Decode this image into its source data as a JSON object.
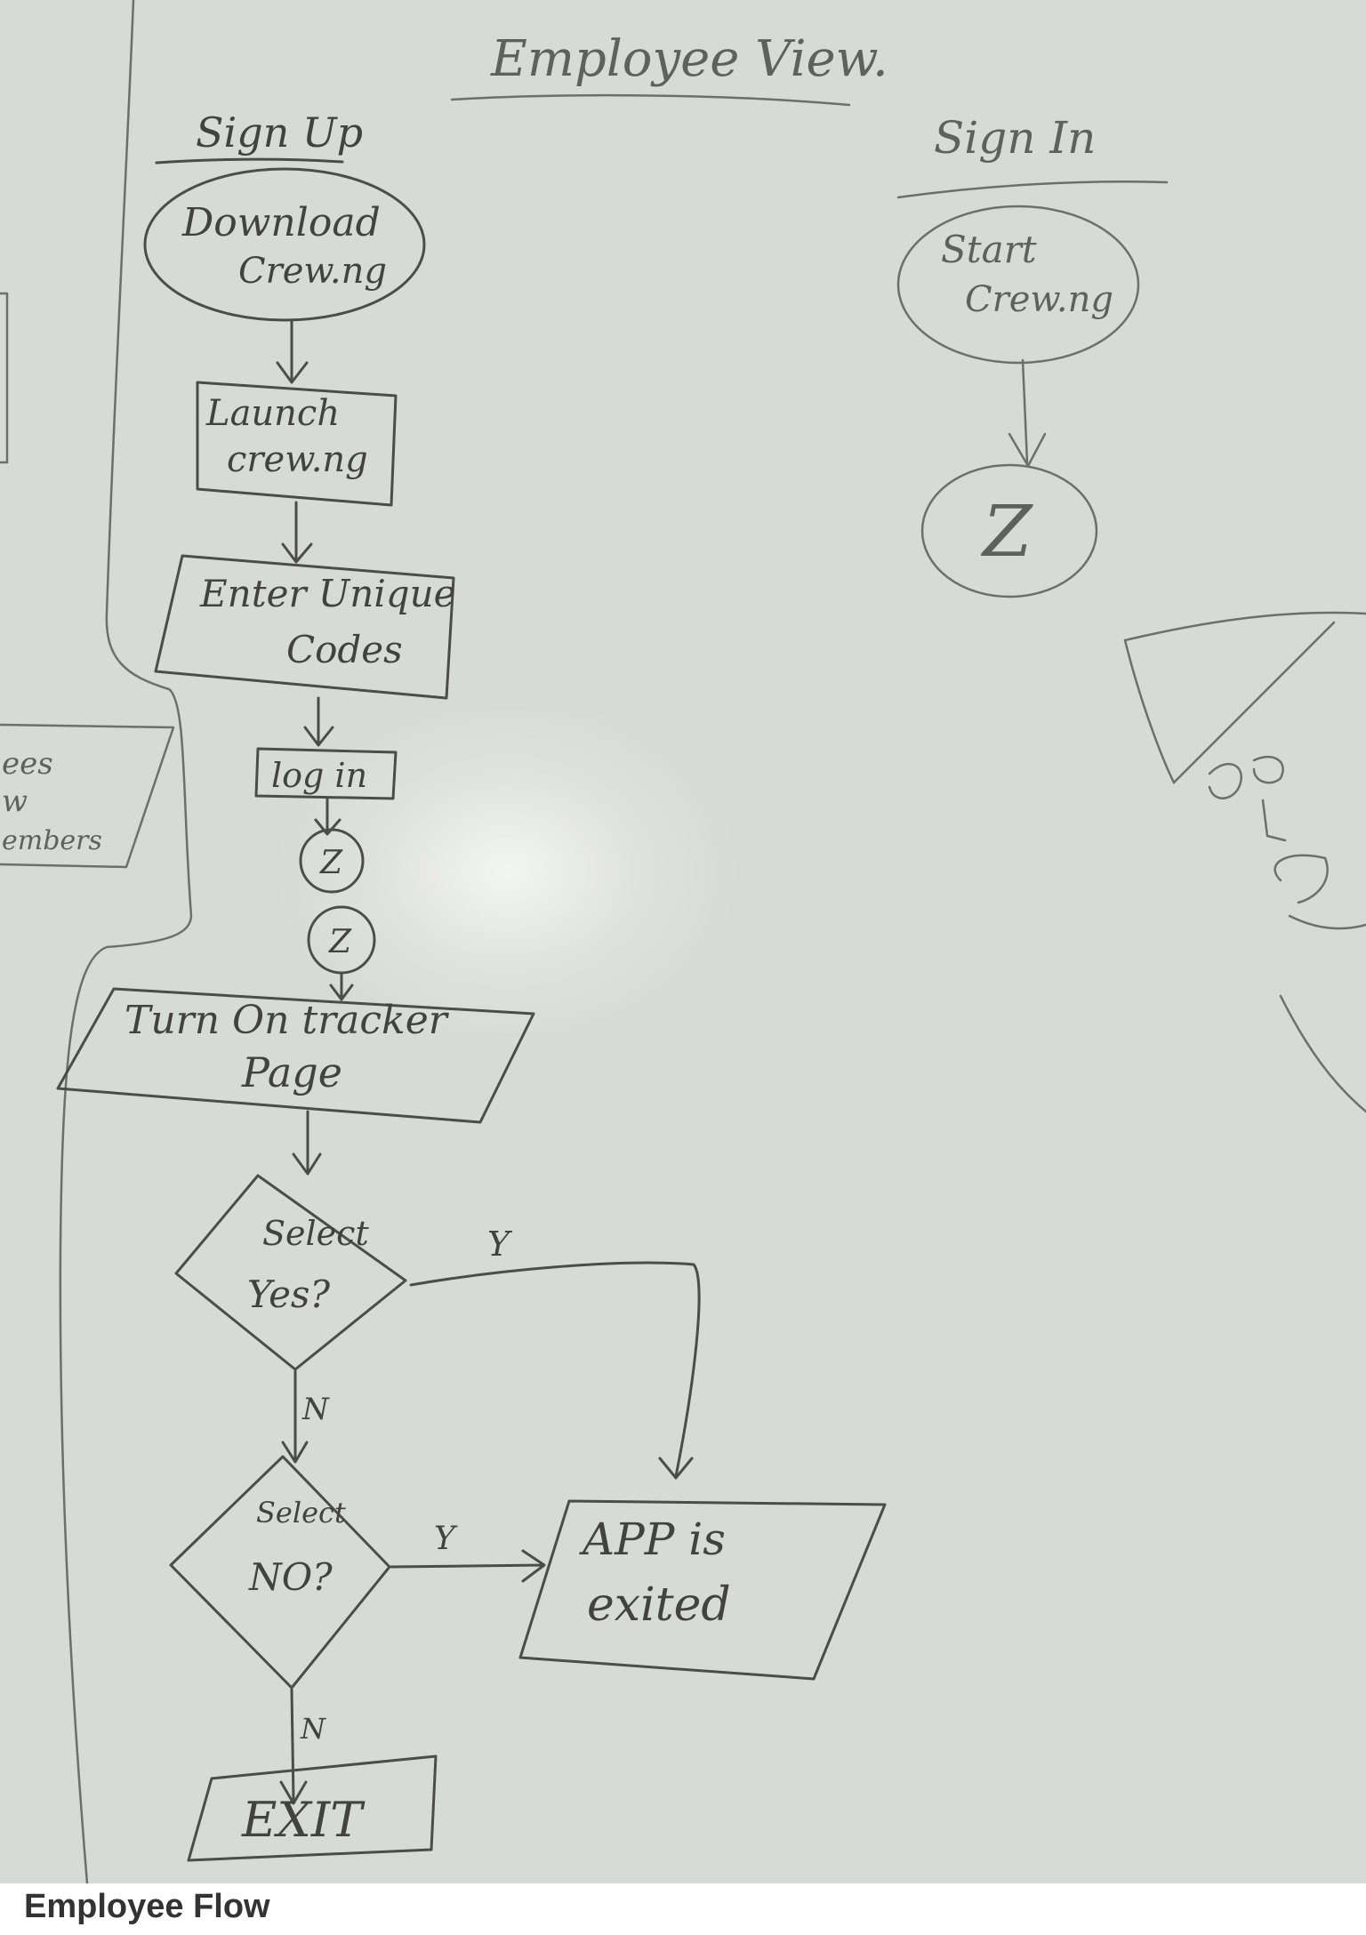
{
  "diagram": {
    "title": "Employee View.",
    "signup_heading": "Sign Up",
    "signin_heading": "Sign In",
    "nodes": {
      "download": [
        "Download",
        "Crew.ng"
      ],
      "launch": [
        "Launch",
        "crew.ng"
      ],
      "enter_codes": [
        "Enter Unique",
        "Codes"
      ],
      "login": "log in",
      "connector_top": "Z",
      "connector_mid": "Z",
      "turn_on": [
        "Turn On tracker",
        "Page"
      ],
      "select_yes": [
        "Select",
        "Yes?"
      ],
      "select_no": [
        "Select",
        "NO?"
      ],
      "app_exited": [
        "APP is",
        "exited"
      ],
      "exit": "EXIT",
      "start": [
        "Start",
        "Crew.ng"
      ],
      "connector_signin": "Z"
    },
    "edge_labels": {
      "yes_y": "Y",
      "yes_n": "N",
      "no_y": "Y",
      "no_n": "N"
    },
    "left_fragment": [
      "ees",
      "w",
      "embers"
    ]
  },
  "caption": "Employee Flow"
}
